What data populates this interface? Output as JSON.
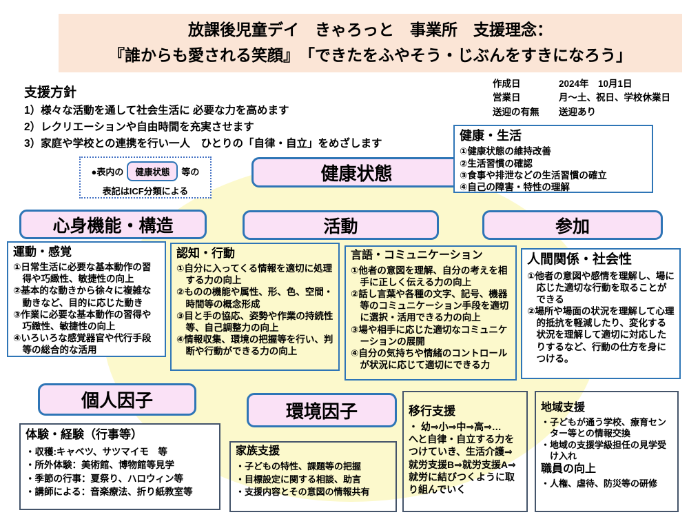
{
  "banner": {
    "line1": "放課後児童デイ　きゃろっと　事業所　支援理念：",
    "line2": "『誰からも愛される笑顔』　「できたをふやそう・じぶんをすきになろう」"
  },
  "policy": {
    "title": "支援方針",
    "items": [
      "1）様々な活動を通して社会生活に 必要な力を高めます",
      "2）レクリエーションや自由時間を充実させます",
      "3）家庭や学校との連携を行い一人　ひとりの「自律・自立」をめざします"
    ]
  },
  "meta": {
    "rows": [
      {
        "label": "作成日",
        "value": "2024年　10月1日"
      },
      {
        "label": "営業日",
        "value": "月～土、祝日、学校休業日"
      },
      {
        "label": "送迎の有無",
        "value": "送迎あり"
      }
    ]
  },
  "legend": {
    "prefix": "●表内の",
    "pill": "健康状態",
    "suffix": "等の",
    "note": "表記はICF分類による"
  },
  "pills": {
    "health_state": "健康状態",
    "mind_body": "心身機能・構造",
    "activity": "活動",
    "participation": "参加",
    "personal": "個人因子",
    "environment": "環境因子"
  },
  "boxes": {
    "health_life": {
      "title": "健康・生活",
      "items": [
        "①健康状態の維持改善",
        "②生活習慣の確認",
        "③食事や排泄などの生活習慣の確立",
        "④自己の障害・特性の理解"
      ]
    },
    "motor": {
      "title": "運動・感覚",
      "items": [
        "①日常生活に必要な基本動作の習得や巧緻性、敏捷性の向上",
        "②基本的な動きから徐々に複雑な動きなど、目的に応じた動き",
        "③作業に必要な基本動作の習得や巧緻性、敏捷性の向上",
        "④いろいろな感覚器官や代行手段等の総合的な活用"
      ]
    },
    "cognition": {
      "title": "認知・行動",
      "items": [
        "①自分に入ってくる情報を適切に処理する力の向上",
        "②ものの機能や属性、形、色、空間・時間等の概念形成",
        "③目と手の協応、姿勢や作業の持続性等、自己調整力の向上",
        "④情報収集、環境の把握等を行い、判断や行動ができる力の向上"
      ]
    },
    "language": {
      "title": "言語・コミュニケーション",
      "items": [
        "①他者の意図を理解、自分の考えを相手に正しく伝える力の向上",
        "②話し言葉や各種の文字、記号、機器等のコミュニケーション手段を適切に選択・活用できる力の向上",
        "③場や相手に応じた適切なコミュニケーションの展開",
        "④自分の気持ちや情緒のコントロールが状況に応じて適切にできる力"
      ]
    },
    "social": {
      "title": "人間関係・社会性",
      "items": [
        "①他者の意図や感情を理解し、場に応じた適切な行動を取ることができる",
        "②場所や場面の状況を理解して心理的抵抗を軽減したり、変化する状況を理解して適切に対応したりするなど、行動の仕方を身につける。"
      ]
    },
    "experience": {
      "title": "体験・経験（行事等）",
      "items": [
        "・収穫:キャベツ、サツマイモ　等",
        "・所外体験：美術館、博物館等見学",
        "・季節の行事：夏祭り、ハロウィン等",
        "・講師による：音楽療法、折り紙教室等"
      ]
    },
    "family": {
      "title": "家族支援",
      "items": [
        "・子どもの特性、課題等の把握",
        "・目標設定に関する相談、助言",
        "・支援内容とその意図の情報共有"
      ]
    },
    "transition": {
      "title": "移行支援",
      "items": [
        "・ 幼⇒小⇒中⇒高⇒…",
        "へと自律・自立する力をつけていき、生活介護⇒就労支援B⇒就労支援A⇒就労に結びつくように取り組んでいく"
      ]
    },
    "community": {
      "title": "地域支援",
      "items": [
        "・子どもが通う学校、療育センター等との情報交換",
        "・地域の支援学級担任の見学受け入れ"
      ],
      "title2": "職員の向上",
      "items2": [
        "・人権、虐待、防災等の研修"
      ]
    }
  },
  "colors": {
    "banner_bg": "#FBE5D6",
    "pill_bg": "#FAE1F6",
    "blue_border": "#2E75B6",
    "slate_border": "#44546A",
    "ellipse_bg": "#FCF9CC",
    "legend_border": "#4472C4"
  }
}
